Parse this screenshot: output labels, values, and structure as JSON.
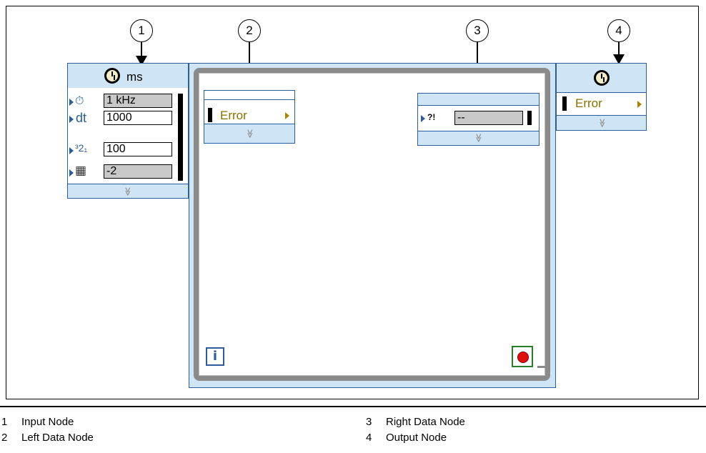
{
  "callouts": [
    "1",
    "2",
    "3",
    "4"
  ],
  "input_node": {
    "unit_label": "ms",
    "rows": [
      {
        "icon": "timing-source-icon",
        "symbol": "⏱",
        "value": "1 kHz"
      },
      {
        "icon": "period-icon",
        "symbol": "dt",
        "value": "1000"
      },
      {
        "icon": "priority-icon",
        "symbol": "³2₁",
        "value": "100"
      },
      {
        "icon": "processor-icon",
        "symbol": "▦",
        "value": "-2"
      }
    ]
  },
  "left_data_node": {
    "label": "Error"
  },
  "right_data_node": {
    "symbol": "?!",
    "value": "--"
  },
  "output_node": {
    "label": "Error"
  },
  "iteration_label": "i",
  "chevron": "≫",
  "legend": [
    {
      "num": "1",
      "label": "Input Node"
    },
    {
      "num": "2",
      "label": "Left Data Node"
    },
    {
      "num": "3",
      "label": "Right Data Node"
    },
    {
      "num": "4",
      "label": "Output Node"
    }
  ]
}
